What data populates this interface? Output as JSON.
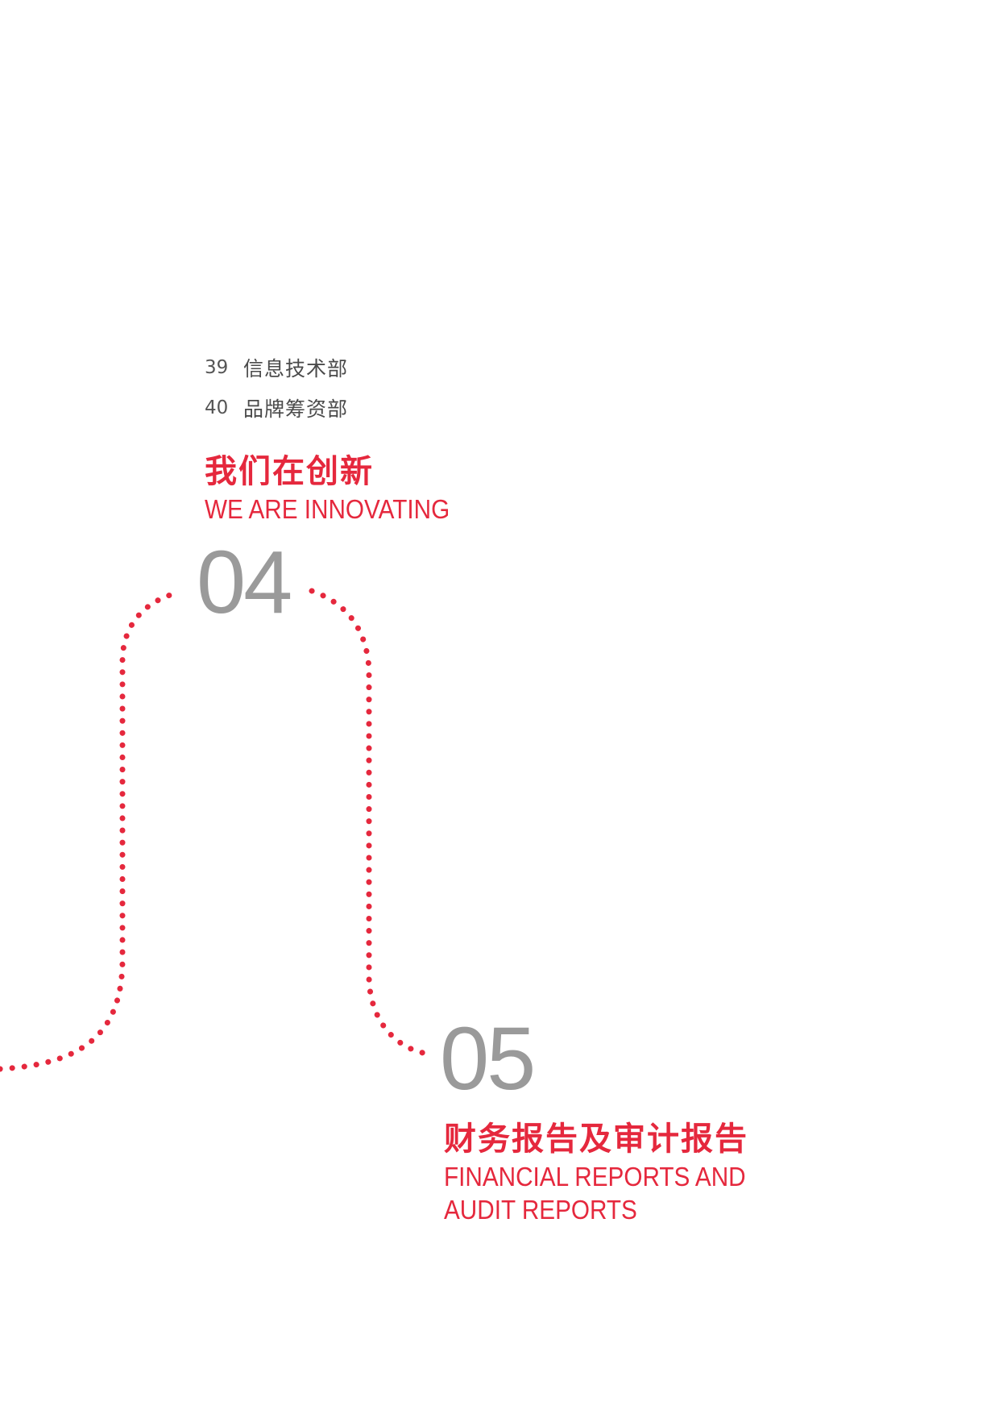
{
  "toc": {
    "entries": [
      {
        "number": "39",
        "label": "信息技术部"
      },
      {
        "number": "40",
        "label": "品牌筹资部"
      }
    ]
  },
  "sections": [
    {
      "number": "04",
      "title_cn": "我们在创新",
      "title_en_line1": "WE ARE INNOVATING",
      "title_en_line2": ""
    },
    {
      "number": "05",
      "title_cn": "财务报告及审计报告",
      "title_en_line1": "FINANCIAL REPORTS AND",
      "title_en_line2": "AUDIT REPORTS"
    }
  ],
  "colors": {
    "accent_red": "#e5283d",
    "number_gray": "#9a9a9a",
    "toc_text": "#4a4a4a"
  }
}
